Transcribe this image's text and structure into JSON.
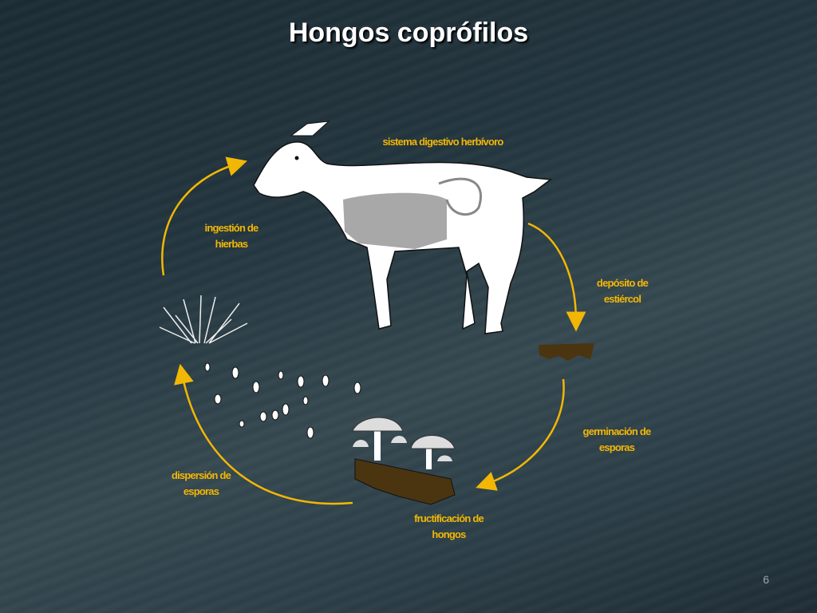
{
  "slide": {
    "title": "Hongos coprófilos",
    "page_number": "6"
  },
  "labels": {
    "digestive": "sistema digestivo herbívoro",
    "deposit": [
      "depósito de",
      "estiércol"
    ],
    "germination": [
      "germinación de",
      "esporas"
    ],
    "fruiting": [
      "fructificación de",
      "hongos"
    ],
    "dispersal": [
      "dispersión de",
      "esporas"
    ],
    "ingestion": [
      "ingestión de",
      "hierbas"
    ]
  },
  "colors": {
    "accent": "#f2b705",
    "dung": "#4a3510",
    "background": "#22343d"
  }
}
